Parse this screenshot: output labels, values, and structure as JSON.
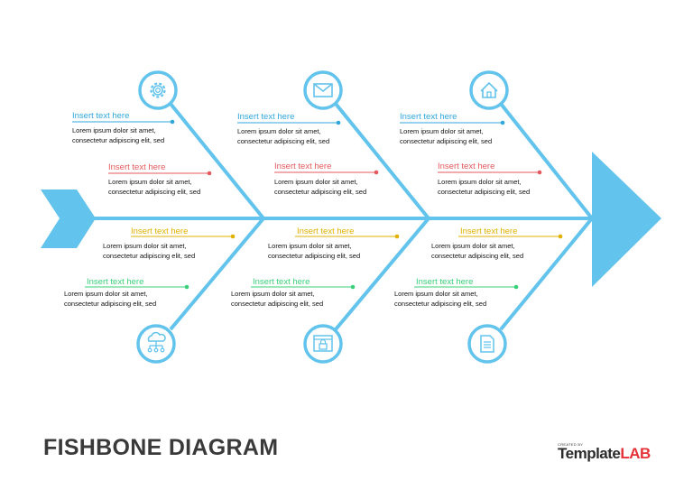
{
  "title": "FISHBONE DIAGRAM",
  "brand": {
    "small_text": "CREATED BY",
    "name_part1": "Template",
    "name_part2": "LAB",
    "accent_color": "#e53238"
  },
  "colors": {
    "spine": "#62c3ec",
    "label_blue": "#2fa7dc",
    "label_red": "#e4595c",
    "label_yellow": "#e0b100",
    "label_green": "#3ad07a"
  },
  "icons": {
    "top": [
      "gear-icon",
      "mail-icon",
      "home-icon"
    ],
    "bottom": [
      "cloud-network-icon",
      "browser-lock-icon",
      "document-icon"
    ]
  },
  "causes": {
    "top": [
      {
        "items": [
          {
            "heading": "Insert text here",
            "line1": "Lorem ipsum dolor sit amet,",
            "line2": "consectetur adipiscing elit, sed"
          },
          {
            "heading": "Insert text here",
            "line1": "Lorem ipsum dolor sit amet,",
            "line2": "consectetur adipiscing elit, sed"
          }
        ]
      },
      {
        "items": [
          {
            "heading": "Insert text here",
            "line1": "Lorem ipsum dolor sit amet,",
            "line2": "consectetur adipiscing elit, sed"
          },
          {
            "heading": "Insert text here",
            "line1": "Lorem ipsum dolor sit amet,",
            "line2": "consectetur adipiscing elit, sed"
          }
        ]
      },
      {
        "items": [
          {
            "heading": "Insert text here",
            "line1": "Lorem ipsum dolor sit amet,",
            "line2": "consectetur adipiscing elit, sed"
          },
          {
            "heading": "Insert text here",
            "line1": "Lorem ipsum dolor sit amet,",
            "line2": "consectetur adipiscing elit, sed"
          }
        ]
      }
    ],
    "bottom": [
      {
        "items": [
          {
            "heading": "Insert text here",
            "line1": "Lorem ipsum dolor sit amet,",
            "line2": "consectetur adipiscing elit, sed"
          },
          {
            "heading": "Insert text here",
            "line1": "Lorem ipsum dolor sit amet,",
            "line2": "consectetur adipiscing elit, sed"
          }
        ]
      },
      {
        "items": [
          {
            "heading": "Insert text here",
            "line1": "Lorem ipsum dolor sit amet,",
            "line2": "consectetur adipiscing elit, sed"
          },
          {
            "heading": "Insert text here",
            "line1": "Lorem ipsum dolor sit amet,",
            "line2": "consectetur adipiscing elit, sed"
          }
        ]
      },
      {
        "items": [
          {
            "heading": "Insert text here",
            "line1": "Lorem ipsum dolor sit amet,",
            "line2": "consectetur adipiscing elit, sed"
          },
          {
            "heading": "Insert text here",
            "line1": "Lorem ipsum dolor sit amet,",
            "line2": "consectetur adipiscing elit, sed"
          }
        ]
      }
    ]
  }
}
